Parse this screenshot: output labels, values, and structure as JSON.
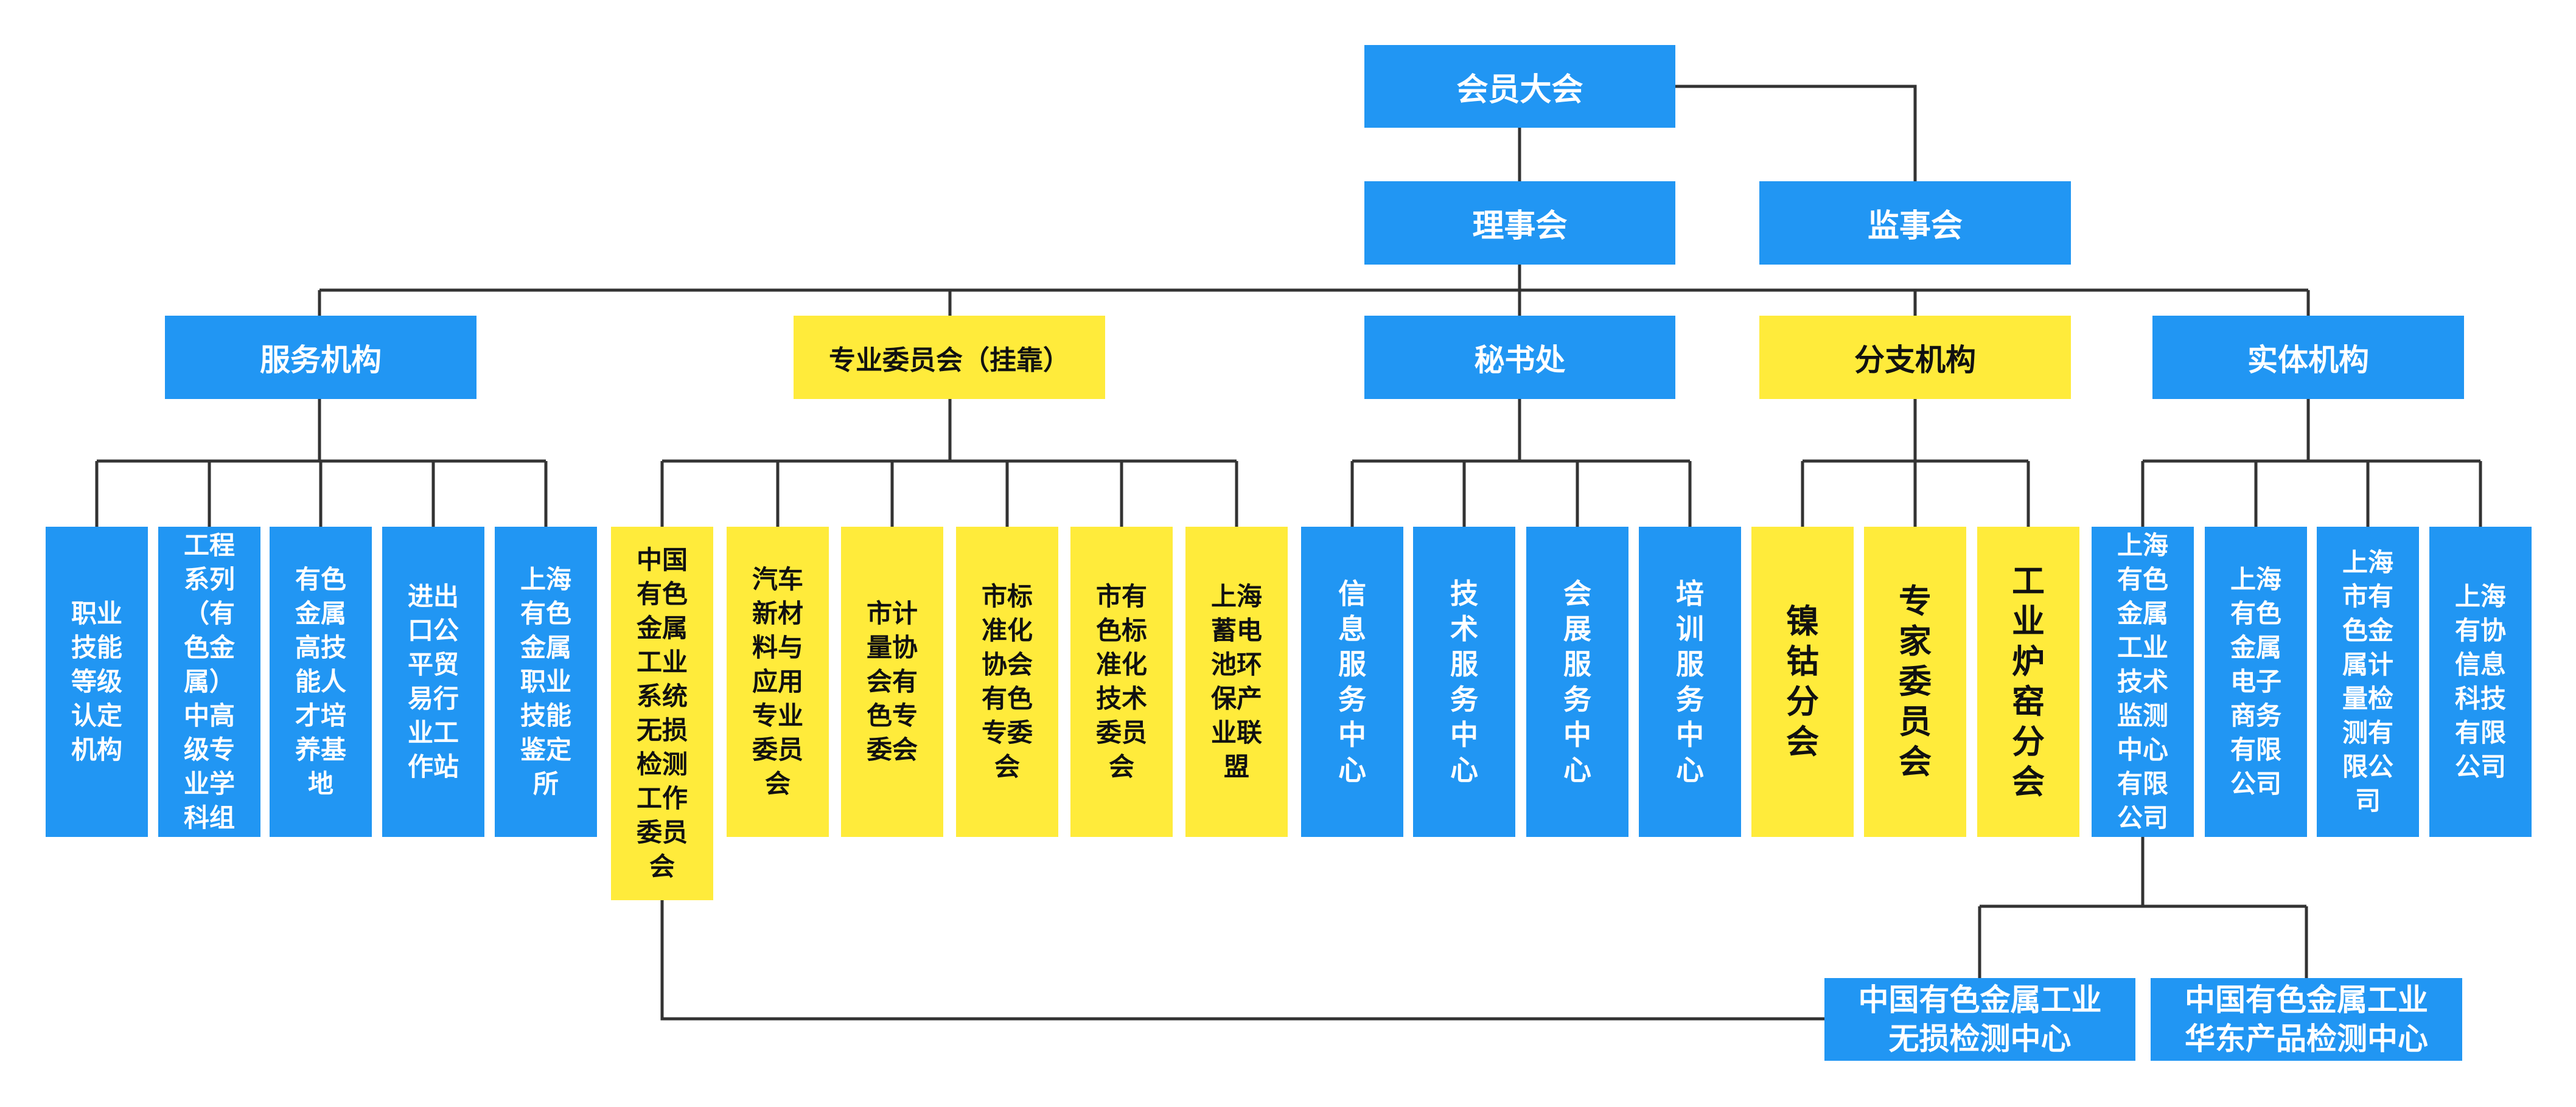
{
  "top": {
    "assembly": "会员大会",
    "council": "理事会",
    "supervisory": "监事会"
  },
  "departments": {
    "service": "服务机构",
    "committee": "专业委员会（挂靠）",
    "secretariat": "秘书处",
    "branch": "分支机构",
    "entity": "实体机构"
  },
  "service_children": [
    "职业\n技能\n等级\n认定\n机构",
    "工程\n系列\n（有\n色金\n属）\n中高\n级专\n业学\n科组",
    "有色\n金属\n高技\n能人\n才培\n养基\n地",
    "进出\n口公\n平贸\n易行\n业工\n作站",
    "上海\n有色\n金属\n职业\n技能\n鉴定\n所"
  ],
  "committee_children": [
    "中国\n有色\n金属\n工业\n系统\n无损\n检测\n工作\n委员\n会",
    "汽车\n新材\n料与\n应用\n专业\n委员\n会",
    "市计\n量协\n会有\n色专\n委会",
    "市标\n准化\n协会\n有色\n专委\n会",
    "市有\n色标\n准化\n技术\n委员\n会",
    "上海\n蓄电\n池环\n保产\n业联\n盟"
  ],
  "secretariat_children": [
    "信\n息\n服\n务\n中\n心",
    "技\n术\n服\n务\n中\n心",
    "会\n展\n服\n务\n中\n心",
    "培\n训\n服\n务\n中\n心"
  ],
  "branch_children": [
    "镍\n钴\n分\n会",
    "专\n家\n委\n员\n会",
    "工\n业\n炉\n窑\n分\n会"
  ],
  "entity_children": [
    "上海\n有色\n金属\n工业\n技术\n监测\n中心\n有限\n公司",
    "上海\n有色\n金属\n电子\n商务\n有限\n公司",
    "上海\n市有\n色金\n属计\n量检\n测有\n限公\n司",
    "上海\n有协\n信息\n科技\n有限\n公司"
  ],
  "bottom": {
    "ndt_center": "中国有色金属工业\n无损检测中心",
    "east_center": "中国有色金属工业\n华东产品检测中心"
  },
  "colors": {
    "blue": "#2196f3",
    "yellow": "#ffeb3b",
    "line": "#333333"
  }
}
